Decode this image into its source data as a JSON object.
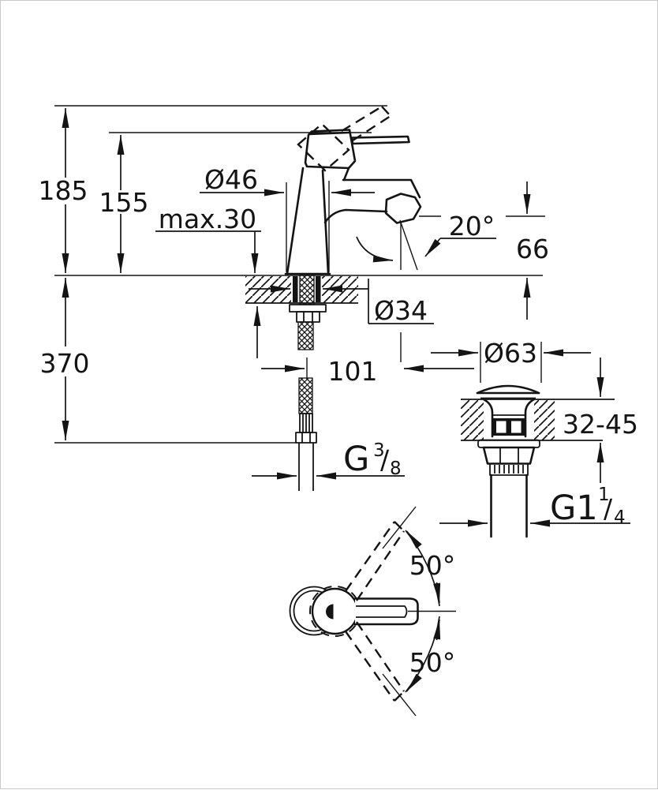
{
  "drawing": {
    "type": "faucet-installation-dimensions",
    "colors": {
      "line": "#141414",
      "background": "#ffffff"
    },
    "labels": {
      "total_height": "185",
      "body_height": "155",
      "body_diameter": "Ø46",
      "deck_max_thickness": "max.30",
      "spout_angle": "20°",
      "outlet_height": "66",
      "hose_drop": "370",
      "hole_diameter": "Ø34",
      "spout_reach": "101",
      "drain_flange_diameter": "Ø63",
      "deck_thickness_range": "32-45",
      "supply_thread_main": "G",
      "supply_thread_num": "3",
      "supply_thread_slash": "/",
      "supply_thread_den": "8",
      "drain_thread_main": "G1",
      "drain_thread_num": "1",
      "drain_thread_slash": "/",
      "drain_thread_den": "4",
      "handle_swing_up": "50°",
      "handle_swing_down": "50°"
    }
  }
}
